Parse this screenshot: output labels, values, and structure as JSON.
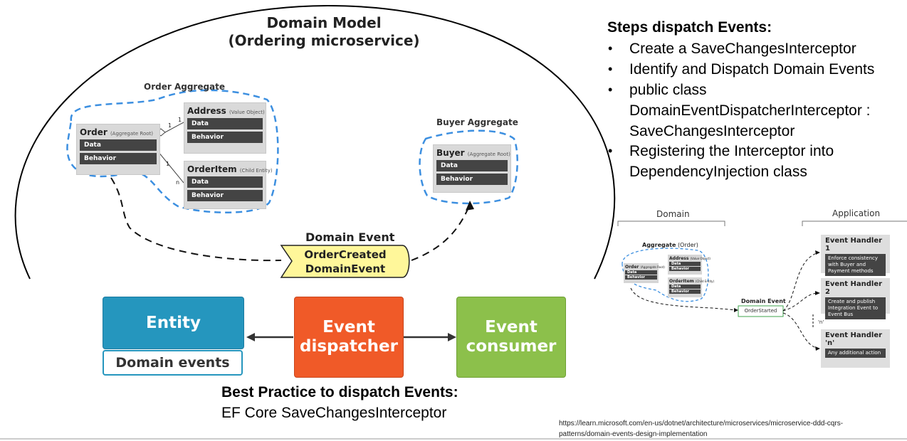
{
  "domain_model": {
    "title_line1": "Domain Model",
    "title_line2": "(Ordering microservice)",
    "order_aggregate": {
      "label": "Order Aggregate",
      "order": {
        "name": "Order",
        "stereotype": "(Aggregate Root)",
        "rows": [
          "Data",
          "Behavior"
        ]
      },
      "address": {
        "name": "Address",
        "stereotype": "(Value Object)",
        "rows": [
          "Data",
          "Behavior"
        ]
      },
      "order_item": {
        "name": "OrderItem",
        "stereotype": "(Child Entity)",
        "rows": [
          "Data",
          "Behavior"
        ]
      },
      "multiplicities": {
        "address_near": "1",
        "address_far": "1",
        "item_near": "1",
        "item_far": "n"
      }
    },
    "buyer_aggregate": {
      "label": "Buyer Aggregate",
      "buyer": {
        "name": "Buyer",
        "stereotype": "(Aggregate Root)",
        "rows": [
          "Data",
          "Behavior"
        ]
      }
    },
    "domain_event": {
      "label": "Domain Event",
      "line1": "OrderCreated",
      "line2": "DomainEvent"
    }
  },
  "flow": {
    "entity": "Entity",
    "domain_events": "Domain events",
    "dispatcher_line1": "Event",
    "dispatcher_line2": "dispatcher",
    "consumer_line1": "Event",
    "consumer_line2": "consumer"
  },
  "best_practice": {
    "title": "Best Practice to dispatch Events:",
    "subtitle": "EF Core SaveChangesInterceptor"
  },
  "steps": {
    "title": "Steps dispatch Events:",
    "items": [
      "Create a SaveChangesInterceptor",
      "Identify and Dispatch Domain Events",
      "public class",
      "DomainEventDispatcherInterceptor :",
      "SaveChangesInterceptor",
      "Registering the Interceptor into",
      "DependencyInjection class"
    ]
  },
  "small_diagram": {
    "domain_header": "Domain",
    "application_header": "Application",
    "aggregate_label": "Aggregate",
    "aggregate_sub": "(Order)",
    "order": {
      "name": "Order",
      "stereotype": "(Aggregate Root)",
      "rows": [
        "Data",
        "Behavior"
      ]
    },
    "address": {
      "name": "Address",
      "stereotype": "(Value Object)",
      "rows": [
        "Data",
        "Behavior"
      ]
    },
    "order_item": {
      "name": "OrderItem",
      "stereotype": "(Child Entity)",
      "rows": [
        "Data",
        "Behavior"
      ]
    },
    "event_label": "Domain Event",
    "event_name": "OrderStarted",
    "handlers": [
      {
        "title": "Event Handler 1",
        "body": "Enforce consistency with Buyer and Payment methods"
      },
      {
        "title": "Event Handler 2",
        "body": "Create and publish Integration Event to Event Bus"
      },
      {
        "title": "Event Handler 'n'",
        "body": "Any additional action"
      }
    ],
    "n_marker": "'n'"
  },
  "url": "https://learn.microsoft.com/en-us/dotnet/architecture/microservices/microservice-ddd-cqrs-patterns/domain-events-design-implementation",
  "colors": {
    "entity": "#2596be",
    "dispatcher": "#f05a28",
    "consumer": "#8cc04b",
    "dashed_boundary": "#3c8fe0",
    "event_shape": "#fff79a"
  }
}
